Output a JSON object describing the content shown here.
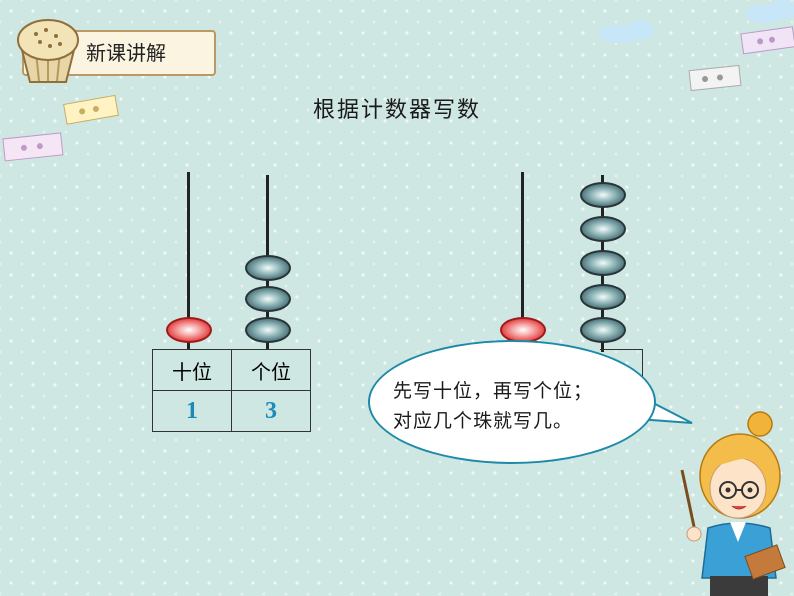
{
  "header": {
    "badge_label": "新课讲解"
  },
  "title": "根据计数器写数",
  "place_table": {
    "headers": [
      "十位",
      "个位"
    ],
    "values": [
      "1",
      "3"
    ]
  },
  "speech_bubble": {
    "line1": "先写十位，再写个位；",
    "line2": "对应几个珠就写几。"
  },
  "colors": {
    "tens_bead": "#e03131",
    "ones_bead": "#3f676c",
    "digits": "#1a8ab8",
    "bubble_border": "#1f8aa8"
  }
}
